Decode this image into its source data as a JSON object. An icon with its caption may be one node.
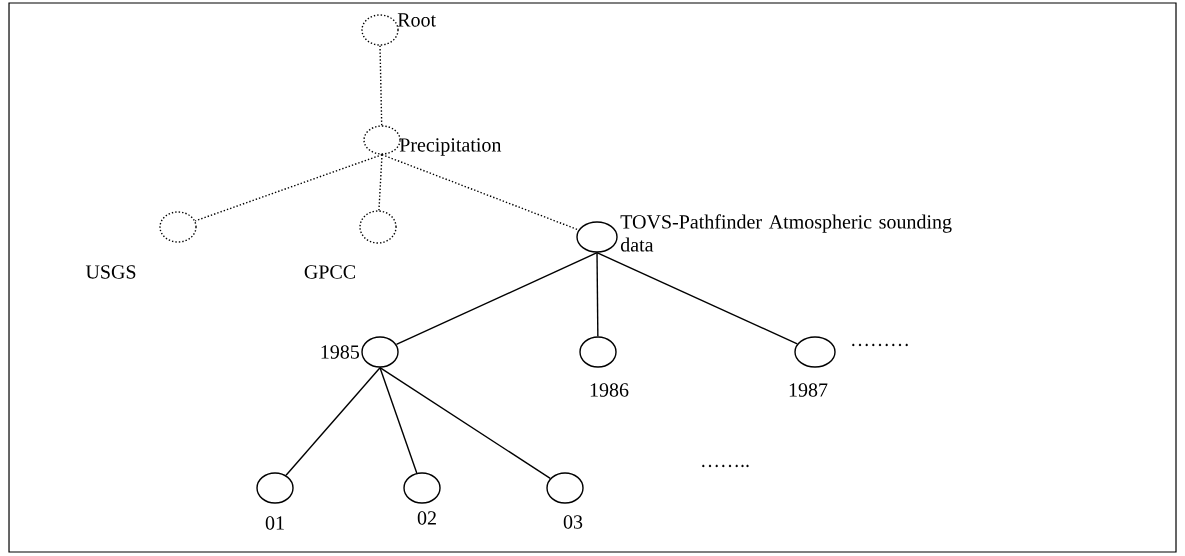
{
  "diagram": {
    "nodes": [
      {
        "text": [],
        "shape": "circle",
        "beside": [
          "Root"
        ]
      },
      {
        "text": [],
        "shape": "circle",
        "beside": [
          "Precipitation"
        ]
      },
      {
        "text": [],
        "shape": "circle",
        "beside": [
          "USGS"
        ]
      },
      {
        "text": [],
        "shape": "circle",
        "beside": [
          "GPCC"
        ]
      },
      {
        "text": [],
        "shape": "circle",
        "beside": [
          "TOVS-Pathfinder Atmospheric sounding data"
        ]
      },
      {
        "text": [],
        "shape": "circle",
        "beside": [
          "1985"
        ]
      },
      {
        "text": [],
        "shape": "circle",
        "beside": [
          "1986"
        ]
      },
      {
        "text": [],
        "shape": "circle",
        "beside": [
          "1987"
        ]
      },
      {
        "text": [],
        "shape": "circle",
        "beside": [
          "01"
        ]
      },
      {
        "text": [],
        "shape": "circle",
        "beside": [
          "02"
        ]
      },
      {
        "text": [],
        "shape": "circle",
        "beside": [
          "03"
        ]
      }
    ],
    "edges": [
      {
        "from": 0,
        "to": 1,
        "arrow": "none",
        "style": "dashed"
      },
      {
        "from": 1,
        "to": 2,
        "arrow": "none",
        "style": "dashed"
      },
      {
        "from": 1,
        "to": 3,
        "arrow": "none",
        "style": "dashed"
      },
      {
        "from": 1,
        "to": 4,
        "arrow": "none",
        "style": "dashed"
      },
      {
        "from": 4,
        "to": 5,
        "arrow": "none"
      },
      {
        "from": 4,
        "to": 6,
        "arrow": "none"
      },
      {
        "from": 4,
        "to": 7,
        "arrow": "none"
      },
      {
        "from": 5,
        "to": 8,
        "arrow": "none"
      },
      {
        "from": 5,
        "to": 9,
        "arrow": "none"
      },
      {
        "from": 5,
        "to": 10,
        "arrow": "none"
      }
    ],
    "labels": [
      "………",
      "…….."
    ]
  }
}
